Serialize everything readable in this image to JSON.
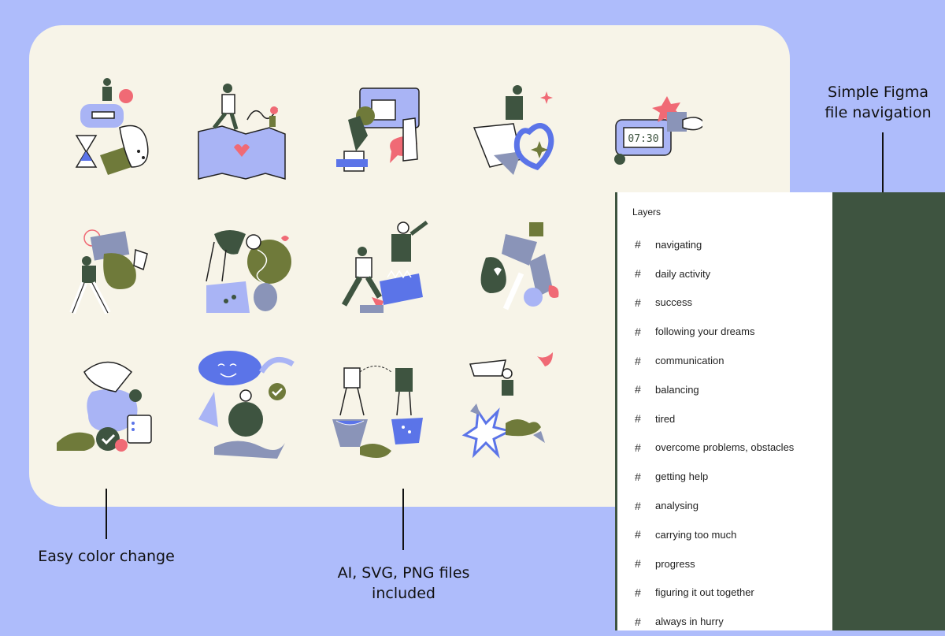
{
  "captions": {
    "right_top": [
      "Simple Figma",
      "file navigation"
    ],
    "bottom_left": "Easy color change",
    "bottom_mid": [
      "AI, SVG, PNG files",
      "included"
    ]
  },
  "layers": {
    "title": "Layers",
    "items": [
      "navigating",
      "daily activity",
      "success",
      "following your dreams",
      "communication",
      "balancing",
      "tired",
      "overcome problems, obstacles",
      "getting help",
      "analysing",
      "carrying too much",
      "progress",
      "figuring it out together",
      "always in hurry"
    ]
  },
  "clock_display": "07:30",
  "colors": {
    "background": "#aebcfb",
    "card": "#f7f4e8",
    "dark_green": "#3e5440",
    "olive": "#6f7a3a",
    "blue": "#5b74e8",
    "lavender": "#a9b4f5",
    "pink": "#f06a75",
    "slate": "#8a94b8"
  },
  "icons": {
    "layer_icon": "hash-frame-icon"
  }
}
